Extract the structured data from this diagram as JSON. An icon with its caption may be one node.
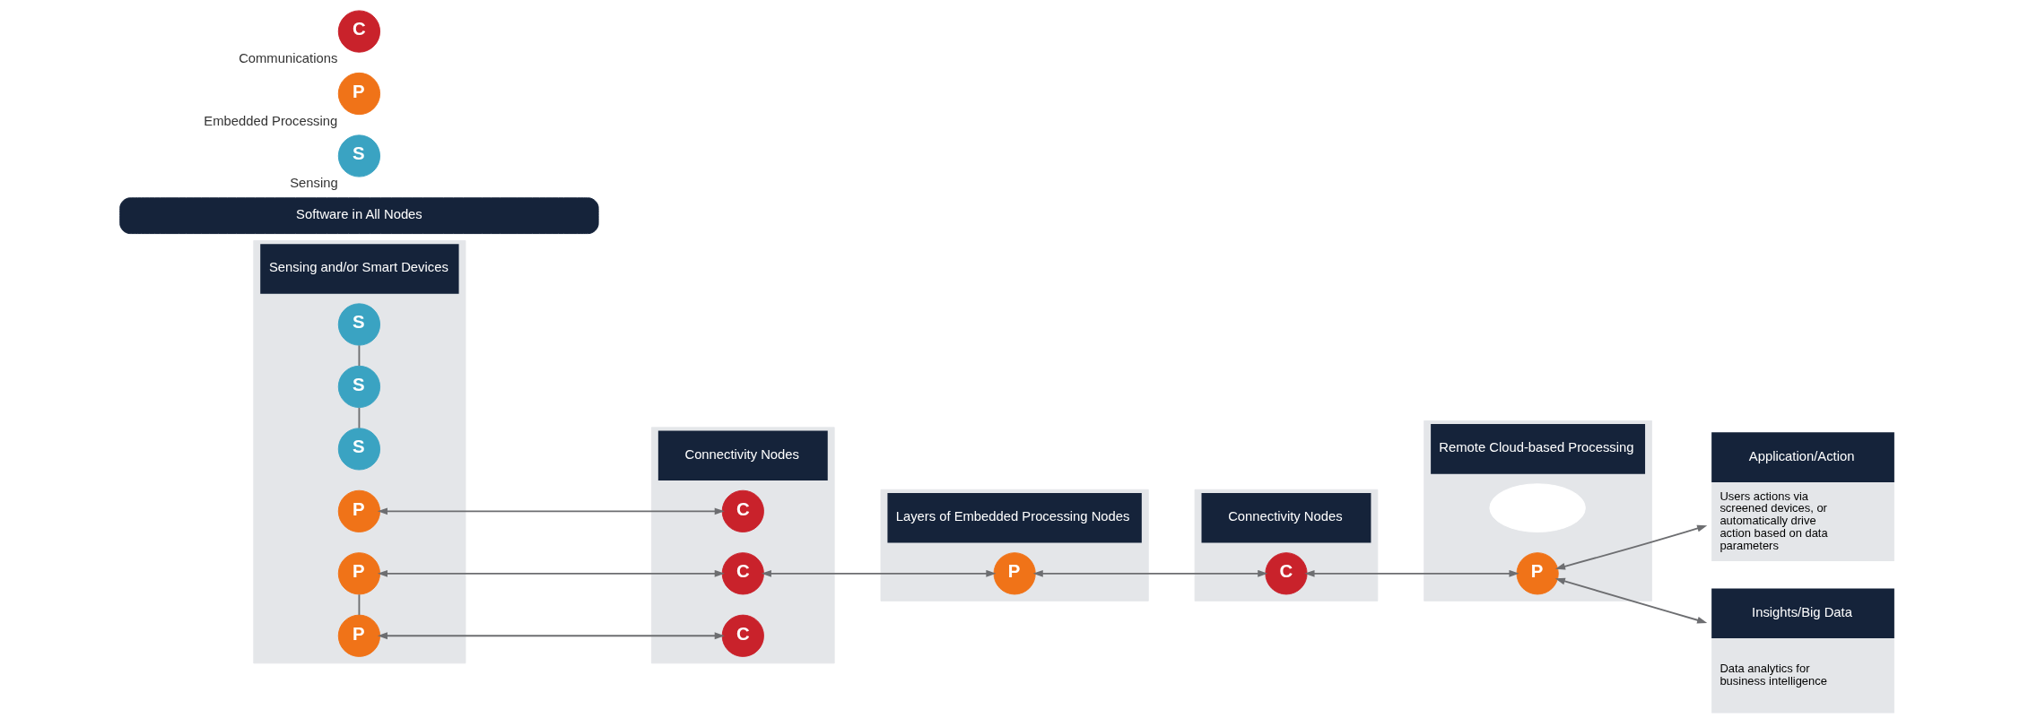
{
  "diagram": {
    "nodes": [
      {
        "text": [
          "Sensing and/or Smart Devices"
        ]
      },
      {
        "text": [
          "S"
        ],
        "in": 0
      },
      {
        "text": [
          "P"
        ],
        "in": 0
      },
      {
        "text": [
          "S"
        ],
        "in": 0
      },
      {
        "text": [
          "P"
        ],
        "in": 0
      },
      {
        "text": [
          "S"
        ],
        "in": 0
      },
      {
        "text": [
          "P"
        ],
        "in": 0
      },
      {
        "text": [
          "Connectivity Nodes"
        ]
      },
      {
        "text": [
          "C"
        ],
        "in": 7
      },
      {
        "text": [
          "C"
        ],
        "in": 7
      },
      {
        "text": [
          "C"
        ],
        "in": 7
      },
      {
        "text": [
          "Layers of Embedded Processing Nodes"
        ]
      },
      {
        "text": [
          "P"
        ],
        "in": 11
      },
      {
        "text": [
          "Connectivity Nodes"
        ]
      },
      {
        "text": [
          "C"
        ],
        "in": 13
      },
      {
        "text": [
          "Remote Cloud-based Processing"
        ]
      },
      {
        "text": [],
        "shape": "cloud",
        "in": 15
      },
      {
        "text": [
          "P"
        ],
        "in": 15
      },
      {
        "text": [
          "Application/Action",
          "Users actions via screened devices, or automatically drive action based on data parameters"
        ]
      },
      {
        "text": [
          "Insights/Big Data",
          "Data analytics for business intelligence"
        ]
      },
      {
        "text": [
          "Software in All Nodes"
        ]
      },
      {
        "text": [
          "S"
        ],
        "beside": [
          "Sensing"
        ]
      },
      {
        "text": [
          "P"
        ],
        "beside": [
          "Embedded Processing"
        ]
      },
      {
        "text": [
          "C"
        ],
        "beside": [
          "Communications"
        ]
      }
    ],
    "edges": [
      {
        "from": 1,
        "to": 3,
        "arrow": "none"
      },
      {
        "from": 3,
        "to": 5,
        "arrow": "none"
      },
      {
        "from": 4,
        "to": 6,
        "arrow": "none"
      },
      {
        "from": 2,
        "to": 8,
        "arrow": "both"
      },
      {
        "from": 4,
        "to": 9,
        "arrow": "both"
      },
      {
        "from": 6,
        "to": 10,
        "arrow": "both"
      },
      {
        "from": 9,
        "to": 12,
        "arrow": "both"
      },
      {
        "from": 12,
        "to": 14,
        "arrow": "both"
      },
      {
        "from": 14,
        "to": 17,
        "arrow": "both"
      },
      {
        "from": 17,
        "to": 18,
        "arrow": "both"
      },
      {
        "from": 17,
        "to": 19,
        "arrow": "both"
      }
    ]
  }
}
